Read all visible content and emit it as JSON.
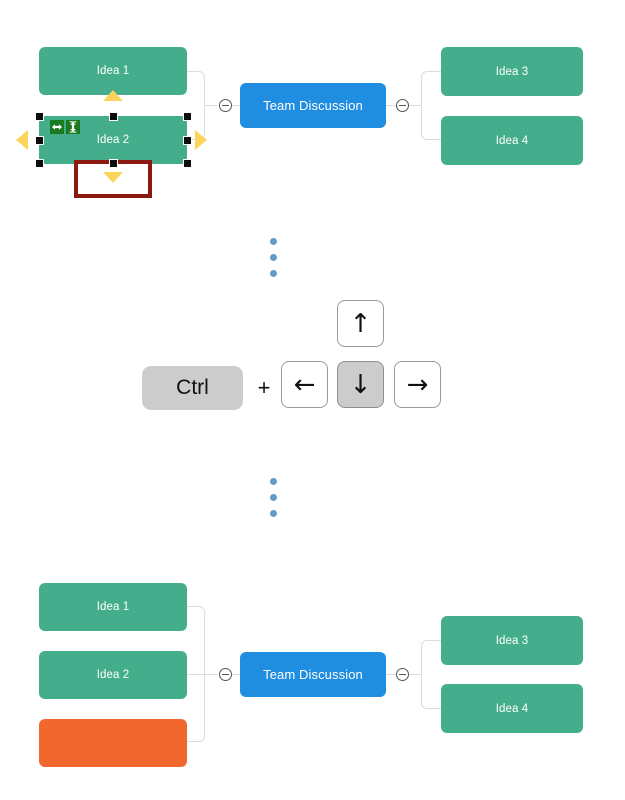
{
  "app": {
    "title": "Mind map node move demo",
    "background_color": "#ffffff"
  },
  "colors": {
    "node_green": "#44ae8c",
    "node_blue": "#1f8de0",
    "node_orange": "#f2672e",
    "connector": "#dcdcdc",
    "handle": "#0d0d0d",
    "arrow_yellow": "#fbd45c",
    "badge_green": "#1a7a1f",
    "highlight_red": "#8d1a10",
    "dot_blue": "#6699cc",
    "key_pressed": "#cccccc"
  },
  "diagram_before": {
    "name": "before-state",
    "center": {
      "label": "Team Discussion"
    },
    "left_children": [
      {
        "label": "Idea 1",
        "color": "green",
        "selected": false
      },
      {
        "label": "Idea 2",
        "color": "green",
        "selected": true
      }
    ],
    "right_children": [
      {
        "label": "Idea 3",
        "color": "green"
      },
      {
        "label": "Idea 4",
        "color": "green"
      }
    ],
    "collapse_left": {
      "icon": "minus-circle-icon"
    },
    "collapse_right": {
      "icon": "minus-circle-icon"
    },
    "selection": {
      "node": "Idea 2",
      "handles": 8,
      "badges": [
        {
          "icon": "resize-horizontal-icon",
          "glyph": "↔"
        },
        {
          "icon": "resize-vertical-icon",
          "glyph": "↕"
        }
      ],
      "direction_arrows": [
        {
          "icon": "move-up-arrow-icon",
          "direction": "up"
        },
        {
          "icon": "move-left-arrow-icon",
          "direction": "left"
        },
        {
          "icon": "move-right-arrow-icon",
          "direction": "right"
        },
        {
          "icon": "move-down-arrow-icon",
          "direction": "down",
          "highlighted": true
        }
      ]
    }
  },
  "separator_top": {
    "icon": "vertical-ellipsis-icon",
    "dots": 3
  },
  "separator_bottom": {
    "icon": "vertical-ellipsis-icon",
    "dots": 3
  },
  "shortcut": {
    "name": "keyboard-shortcut",
    "modifier": {
      "label": "Ctrl",
      "pressed": true
    },
    "plus": "+",
    "keys": [
      {
        "name": "arrow-up-key",
        "glyph": "↑",
        "pressed": false
      },
      {
        "name": "arrow-left-key",
        "glyph": "←",
        "pressed": false
      },
      {
        "name": "arrow-down-key",
        "glyph": "↓",
        "pressed": true
      },
      {
        "name": "arrow-right-key",
        "glyph": "→",
        "pressed": false
      }
    ]
  },
  "diagram_after": {
    "name": "after-state",
    "center": {
      "label": "Team Discussion"
    },
    "left_children": [
      {
        "label": "Idea 1",
        "color": "green"
      },
      {
        "label": "Idea 2",
        "color": "green"
      },
      {
        "label": "",
        "color": "orange"
      }
    ],
    "right_children": [
      {
        "label": "Idea 3",
        "color": "green"
      },
      {
        "label": "Idea 4",
        "color": "green"
      }
    ],
    "collapse_left": {
      "icon": "minus-circle-icon"
    },
    "collapse_right": {
      "icon": "minus-circle-icon"
    }
  }
}
